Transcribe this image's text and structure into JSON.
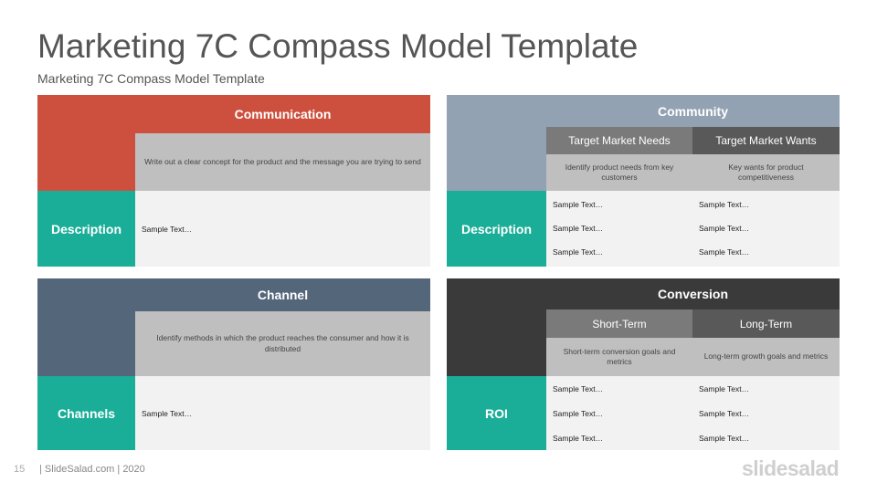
{
  "title": "Marketing 7C Compass Model Template",
  "subtitle": "Marketing 7C Compass Model Template",
  "colors": {
    "communication": "#cd503e",
    "community": "#93a2b3",
    "channel": "#53667a",
    "conversion": "#3a3a3a",
    "teal": "#1aae98"
  },
  "communication": {
    "header": "Communication",
    "description": "Write out a clear concept for the product and the message you are trying to send",
    "label": "Description",
    "sample": "Sample Text…"
  },
  "community": {
    "header": "Community",
    "col1": "Target Market Needs",
    "col2": "Target Market Wants",
    "desc1": "Identify product needs from key customers",
    "desc2": "Key wants for product competitiveness",
    "label": "Description",
    "rows": [
      [
        "Sample Text…",
        "Sample Text…"
      ],
      [
        "Sample Text…",
        "Sample Text…"
      ],
      [
        "Sample Text…",
        "Sample Text…"
      ]
    ]
  },
  "channel": {
    "header": "Channel",
    "description": "Identify methods in which the product reaches the consumer and how it is distributed",
    "label": "Channels",
    "sample": "Sample Text…"
  },
  "conversion": {
    "header": "Conversion",
    "col1": "Short-Term",
    "col2": "Long-Term",
    "desc1": "Short-term conversion goals and metrics",
    "desc2": "Long-term growth goals and metrics",
    "label": "ROI",
    "rows": [
      [
        "Sample Text…",
        "Sample Text…"
      ],
      [
        "Sample Text…",
        "Sample Text…"
      ],
      [
        "Sample Text…",
        "Sample Text…"
      ]
    ]
  },
  "footer": {
    "page": "15",
    "text": "| SlideSalad.com | 2020"
  },
  "logo": "slidesalad"
}
